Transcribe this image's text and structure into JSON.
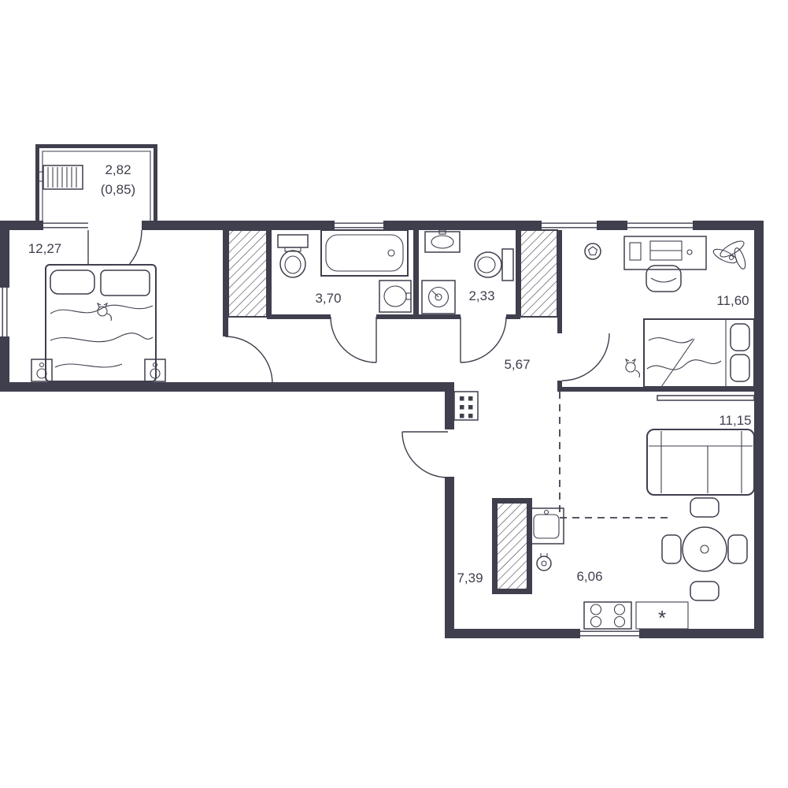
{
  "colors": {
    "line": "#3f3f4e",
    "background": "#ffffff"
  },
  "plan": {
    "rooms": [
      {
        "id": "balcony",
        "area": "2,82",
        "area_reduced": "(0,85)"
      },
      {
        "id": "bedroom-left",
        "area": "12,27"
      },
      {
        "id": "bathroom",
        "area": "3,70"
      },
      {
        "id": "wc",
        "area": "2,33"
      },
      {
        "id": "hallway",
        "area": "5,67"
      },
      {
        "id": "bedroom-right",
        "area": "11,60"
      },
      {
        "id": "living-room",
        "area": "11,15"
      },
      {
        "id": "hall",
        "area": "7,39"
      },
      {
        "id": "kitchen",
        "area": "6,06"
      }
    ],
    "fridge_symbol": "*",
    "icons": {
      "radiator-icon": "rect with vertical ribs",
      "wardrobe-icon": "diagonal hatched rect",
      "bed-icon": "rect with pillows and blanket squiggles",
      "speaker-icon": "rect with two circles",
      "toilet-icon": "tank plus bowl",
      "bathtub-icon": "rect with rounded inner tub",
      "sink-icon": "rect with oval basin",
      "washing-machine-icon": "square with porthole circle",
      "desk-icon": "rect with laptop",
      "office-chair-icon": "rounded rect",
      "soccer-ball-icon": "circle with pentagon",
      "plant-icon": "leaf ellipses",
      "pet-icon": "small animal glyph",
      "sofa-icon": "rounded rect with cushions",
      "shelf-icon": "long thin rect",
      "dining-table-icon": "circle with four chairs",
      "kitchen-sink-icon": "square with basin",
      "water-heater-icon": "small circle",
      "stove-icon": "rect with four burners",
      "electrical-panel-icon": "rect with six squares",
      "door-swing-icon": "quarter arc",
      "window-icon": "double parallel lines"
    }
  }
}
